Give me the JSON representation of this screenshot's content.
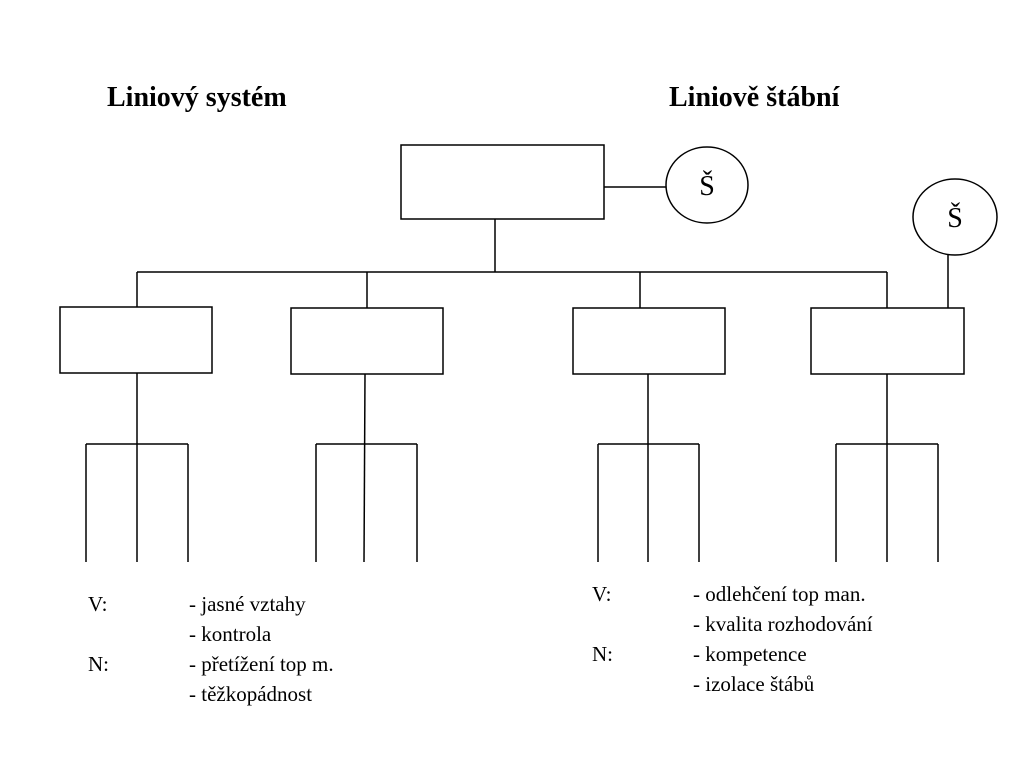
{
  "titles": {
    "left": "Liniový systém",
    "right": "Liniově štábní"
  },
  "staff": {
    "top": "Š",
    "right": "Š"
  },
  "left_notes": [
    {
      "key": "V:",
      "value": "- jasné vztahy"
    },
    {
      "key": "",
      "value": "- kontrola"
    },
    {
      "key": "N:",
      "value": "- přetížení top m."
    },
    {
      "key": "",
      "value": "- těžkopádnost"
    }
  ],
  "right_notes": [
    {
      "key": "V:",
      "value": "- odlehčení top man."
    },
    {
      "key": "",
      "value": "- kvalita rozhodování"
    },
    {
      "key": "N:",
      "value": "- kompetence"
    },
    {
      "key": "",
      "value": "- izolace štábů"
    }
  ]
}
